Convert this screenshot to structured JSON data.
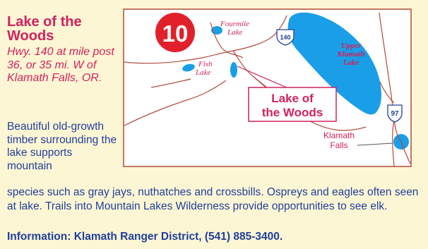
{
  "site": {
    "number": "10",
    "title_line1": "Lake of the",
    "title_line2": "Woods",
    "directions": "Hwy. 140 at mile post 36, or 35 mi. W of Klamath Falls, OR.",
    "description_short": "Beautiful old-growth timber surrounding the lake supports mountain",
    "description_long": "species such as gray jays, nuthatches and crossbills. Ospreys and eagles often seen at lake. Trails into Mountain Lakes Wilderness provide opportunities to see elk.",
    "information": "Information: Klamath Ranger District, (541) 885-3400."
  },
  "map": {
    "callout_line1": "Lake of",
    "callout_line2": "the Woods",
    "fourmile_line1": "Fourmile",
    "fourmile_line2": "Lake",
    "fish_line1": "Fish",
    "fish_line2": "Lake",
    "upper_klamath_line1": "Upper",
    "upper_klamath_line2": "Klamath",
    "upper_klamath_line3": "Lake",
    "klamath_falls_line1": "Klamath",
    "klamath_falls_line2": "Falls",
    "hwy_140": "140",
    "hwy_97": "97"
  },
  "colors": {
    "title": "#d2215f",
    "body_text": "#1f3f9c",
    "background": "#fdf6d4",
    "water": "#1a9ee8",
    "road": "#b34a3a",
    "badge": "#e2202b"
  }
}
